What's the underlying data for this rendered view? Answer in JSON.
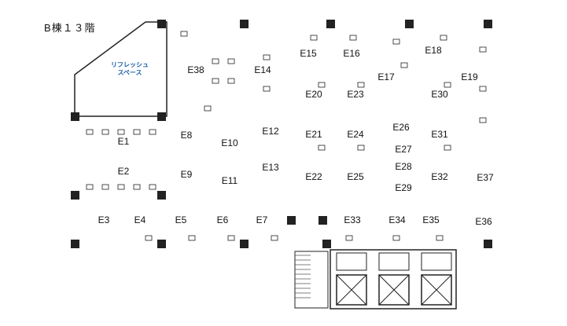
{
  "title": "B棟１３階",
  "refresh_label_line1": "リフレッシュ",
  "refresh_label_line2": "スペース",
  "colors": {
    "yellow": "#f8f29a",
    "pink": "#efc3cf",
    "blue": "#a8d5f3",
    "green": "#9fd39a",
    "tan": "#d9b899",
    "grey": "#dcdcdc",
    "wall": "#222222"
  },
  "rooms": [
    {
      "id": "E1",
      "label": "E1",
      "color": "yellow"
    },
    {
      "id": "E2",
      "label": "E2",
      "color": "yellow"
    },
    {
      "id": "E3",
      "label": "E3",
      "color": "pink"
    },
    {
      "id": "E4",
      "label": "E4",
      "color": "blue"
    },
    {
      "id": "E5",
      "label": "E5",
      "color": "blue"
    },
    {
      "id": "E6",
      "label": "E6",
      "color": "blue"
    },
    {
      "id": "E7",
      "label": "E7",
      "color": "blue"
    },
    {
      "id": "E8",
      "label": "E8",
      "color": "blue"
    },
    {
      "id": "E9",
      "label": "E9",
      "color": "blue"
    },
    {
      "id": "E10",
      "label": "E10",
      "color": "pink"
    },
    {
      "id": "E11",
      "label": "E11",
      "color": "pink"
    },
    {
      "id": "E12",
      "label": "E12",
      "color": "blue"
    },
    {
      "id": "E13",
      "label": "E13",
      "color": "pink"
    },
    {
      "id": "E14",
      "label": "E14",
      "color": "yellow"
    },
    {
      "id": "E15",
      "label": "E15",
      "color": "pink"
    },
    {
      "id": "E16",
      "label": "E16",
      "color": "pink"
    },
    {
      "id": "E17",
      "label": "E17",
      "color": "yellow"
    },
    {
      "id": "E18",
      "label": "E18",
      "color": "pink"
    },
    {
      "id": "E19",
      "label": "E19",
      "color": "yellow"
    },
    {
      "id": "E20",
      "label": "E20",
      "color": "blue"
    },
    {
      "id": "E21",
      "label": "E21",
      "color": "blue"
    },
    {
      "id": "E22",
      "label": "E22",
      "color": "blue"
    },
    {
      "id": "E23",
      "label": "E23",
      "color": "blue"
    },
    {
      "id": "E24",
      "label": "E24",
      "color": "blue"
    },
    {
      "id": "E25",
      "label": "E25",
      "color": "blue"
    },
    {
      "id": "E26",
      "label": "E26",
      "color": "blue"
    },
    {
      "id": "E27",
      "label": "E27",
      "color": "green"
    },
    {
      "id": "E28",
      "label": "E28",
      "color": "green"
    },
    {
      "id": "E29",
      "label": "E29",
      "color": "blue"
    },
    {
      "id": "E30",
      "label": "E30",
      "color": "blue"
    },
    {
      "id": "E31",
      "label": "E31",
      "color": "blue"
    },
    {
      "id": "E32",
      "label": "E32",
      "color": "blue"
    },
    {
      "id": "E33",
      "label": "E33",
      "color": "blue"
    },
    {
      "id": "E34",
      "label": "E34",
      "color": "blue"
    },
    {
      "id": "E35",
      "label": "E35",
      "color": "blue"
    },
    {
      "id": "E36",
      "label": "E36",
      "color": "blue"
    },
    {
      "id": "E37",
      "label": "E37",
      "color": "blue"
    },
    {
      "id": "E38",
      "label": "E38",
      "color": "tan"
    }
  ]
}
